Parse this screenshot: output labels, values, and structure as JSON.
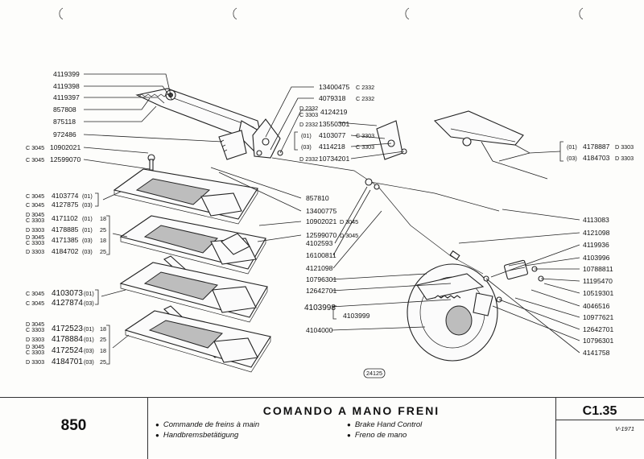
{
  "sheet": {
    "model": "850",
    "title": "COMANDO A MANO FRENI",
    "code": "C1.35",
    "date": "V-1971",
    "figure_number": "24125",
    "translations": {
      "fr": "Commande de freins à main",
      "de": "Handbremsbetätigung",
      "en": "Brake Hand Control",
      "it": "Freno de mano"
    }
  },
  "labels_left": {
    "p4119399": "4119399",
    "p4119398": "4119398",
    "p4119397": "4119397",
    "p857808": "857808",
    "p875118": "875118",
    "p972486": "972486",
    "c3045_a": "C 3045",
    "p10902021": "10902021",
    "c3045_b": "C 3045",
    "p12599070": "12599070"
  },
  "group_lever_1": {
    "c1": "C 3045",
    "c2": "C 3045",
    "p1": "4103774",
    "p2": "4127875",
    "s1": "(01)",
    "s2": "(03)"
  },
  "group_lever_2": {
    "c1a": "D 3045",
    "c1b": "C 3303",
    "p1": "4171102",
    "s1": "(01)",
    "r1": "18",
    "c2": "D 3303",
    "p2": "4178885",
    "s2": "(01)",
    "r2": "25",
    "c3a": "D 3045",
    "c3b": "C 3303",
    "p3": "4171385",
    "s3": "(03)",
    "r3": "18",
    "c4": "D 3303",
    "p4": "4184702",
    "s4": "(03)",
    "r4": "25"
  },
  "group_lever_3": {
    "c1": "C 3045",
    "c2": "C 3045",
    "p1": "4103073",
    "p2": "4127874",
    "s1": "(01)",
    "s2": "(03)"
  },
  "group_lever_4": {
    "c1a": "D 3045",
    "c1b": "C 3303",
    "p1": "4172523",
    "s1": "(01)",
    "r1": "18",
    "c2": "D 3303",
    "p2": "4178884",
    "s2": "(01)",
    "r2": "25",
    "c3a": "D 3045",
    "c3b": "C 3303",
    "p3": "4172524",
    "s3": "(03)",
    "r3": "18",
    "c4": "D 3303",
    "p4": "4184701",
    "s4": "(03)",
    "r4": "25"
  },
  "labels_top_center": {
    "p13400475": "13400475",
    "c2332_a": "C 2332",
    "p4079318": "4079318",
    "c2332_b": "C 2332",
    "d2332_a": "D 2332",
    "c3303_a": "C 3303",
    "p4124219": "4124219",
    "d2332_b": "D 2332",
    "p13550301": "13550301",
    "s01": "(01)",
    "p4103077": "4103077",
    "c3303_b": "C 3303",
    "s03": "(03)",
    "p4114218": "4114218",
    "c3303_c": "C 3303",
    "d2332_c": "D 2332",
    "p10734201": "10734201"
  },
  "labels_top_right": {
    "s01": "(01)",
    "p4178887": "4178887",
    "d3303_a": "D 3303",
    "s03": "(03)",
    "p4184703": "4184703",
    "d3303_b": "D 3303"
  },
  "labels_middle": {
    "p857810": "857810",
    "p13400775": "13400775",
    "p10902021": "10902021",
    "d3045_a": "D 3045",
    "p12599070": "12599070",
    "d3045_b": "D 3045",
    "p4102593": "4102593",
    "p16100811": "16100811",
    "p4121098": "4121098",
    "p10796301": "10796301",
    "p12642701": "12642701",
    "p4103998": "4103998",
    "p4103999": "4103999",
    "p4104000": "4104000"
  },
  "labels_right": {
    "p4113083": "4113083",
    "p4121098": "4121098",
    "p4119936": "4119936",
    "p4103996": "4103996",
    "p10788811": "10788811",
    "p11195470": "11195470",
    "p10519301": "10519301",
    "p4046516": "4046516",
    "p10977621": "10977621",
    "p12642701": "12642701",
    "p10796301": "10796301",
    "p4141758": "4141758"
  }
}
